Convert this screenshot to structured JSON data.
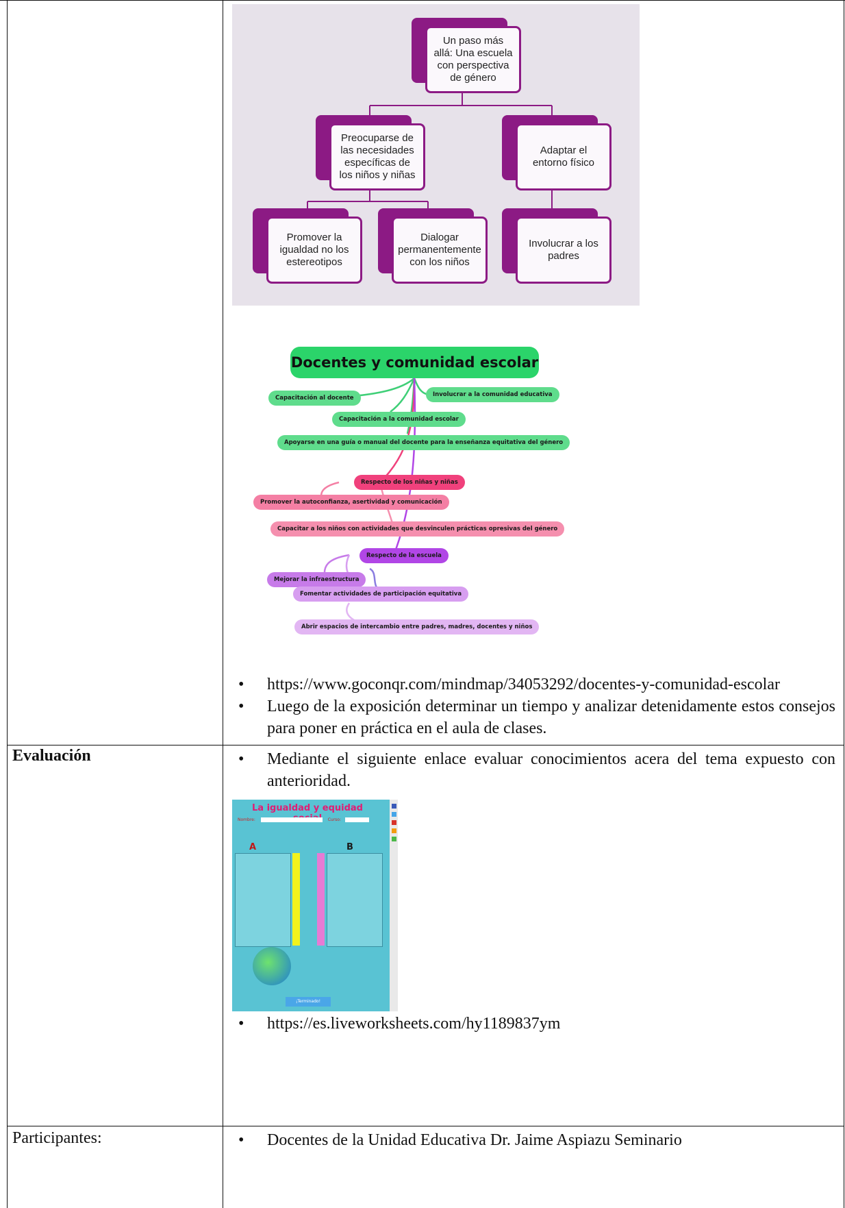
{
  "concept_map": {
    "root": "Un paso más allá: Una escuela con perspectiva de género",
    "left_branch": "Preocuparse de las necesidades específicas de los niños y niñas",
    "right_branch": "Adaptar el entorno físico",
    "leaf_1": "Promover la igualdad no los estereotipos",
    "leaf_2": "Dialogar permanentemente con los niños",
    "leaf_3": "Involucrar a los padres",
    "colors": {
      "frame": "#8c1a84",
      "background": "#e7e2ea"
    }
  },
  "mind_map": {
    "title": "Docentes y comunidad escolar",
    "nodes": [
      {
        "text": "Capacitación al docente",
        "color": "#5fdc8c"
      },
      {
        "text": "Involucrar a la comunidad educativa",
        "color": "#5fdc8c"
      },
      {
        "text": "Capacitación a la comunidad escolar",
        "color": "#5fdc8c"
      },
      {
        "text": "Apoyarse en una guía o manual del docente para la enseñanza equitativa del género",
        "color": "#5fdc8c"
      },
      {
        "text": "Respecto de los niñas y niñas",
        "color": "#f0417c"
      },
      {
        "text": "Promover la autoconfianza, asertividad y comunicación",
        "color": "#f47fa4"
      },
      {
        "text": "Capacitar a los niños con actividades que desvinculen prácticas opresivas del género",
        "color": "#f58fae"
      },
      {
        "text": "Respecto de la escuela",
        "color": "#b146e6"
      },
      {
        "text": "Mejorar la infraestructura",
        "color": "#c77be9"
      },
      {
        "text": "Fomentar actividades de participación equitativa",
        "color": "#d79ef0"
      },
      {
        "text": "Abrir espacios de intercambio entre padres, madres, docentes y niños",
        "color": "#e2b6f3"
      }
    ]
  },
  "content_bullets": [
    "https://www.goconqr.com/mindmap/34053292/docentes-y-comunidad-escolar",
    "Luego de la exposición determinar un tiempo y analizar detenidamente estos consejos para poner en práctica en el aula de clases."
  ],
  "evaluacion": {
    "label": "Evaluación",
    "intro": "Mediante el siguiente enlace evaluar conocimientos acera del tema expuesto con anterioridad.",
    "link": "https://es.liveworksheets.com/hy1189837ym",
    "worksheet": {
      "title": "La igualdad y equidad social",
      "name_label": "Nombre:",
      "course_label": "Curso:",
      "col_a": "A",
      "col_b": "B",
      "finish_button": "¡Terminado!"
    }
  },
  "participantes": {
    "label": "Participantes:",
    "value": "Docentes de la Unidad Educativa Dr. Jaime Aspiazu Seminario"
  }
}
